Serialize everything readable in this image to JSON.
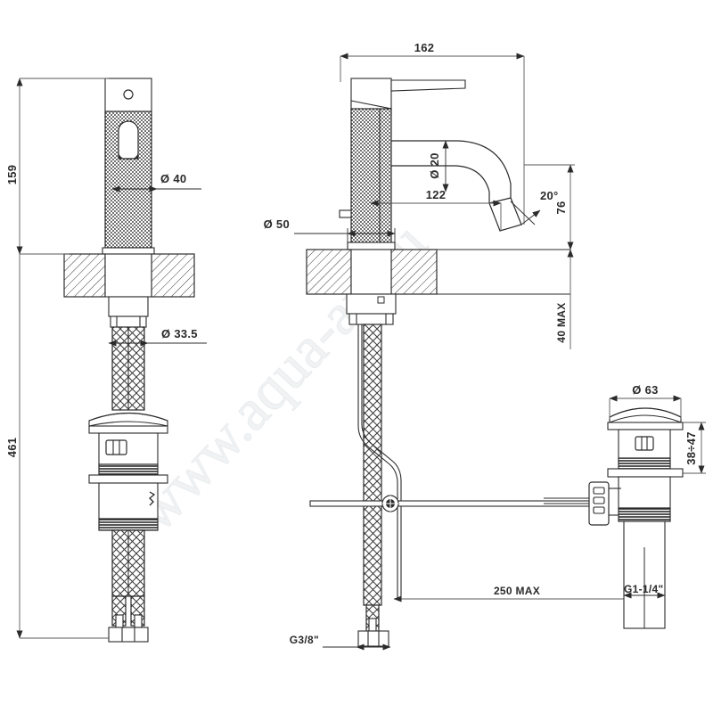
{
  "document": {
    "type": "technical-drawing",
    "subject": "single-lever basin mixer tap with pop-up waste",
    "units": "mm",
    "background_color": "#ffffff",
    "line_color": "#2b2b2b",
    "text_color": "#2b2b2b"
  },
  "watermark": {
    "text": "www.aqua-arr.ru",
    "color": "#eef0f2",
    "rotation_deg": -47
  },
  "views": [
    {
      "id": "left-view",
      "name": "front-elevation-view",
      "description": "Front elevation of mixer body with knurled sleeve, counter section and pop-up waste assembly"
    },
    {
      "id": "center-view",
      "name": "side-elevation-view",
      "description": "Side elevation showing lever handle, curved spout, counter section and flexible hoses with lift rod"
    },
    {
      "id": "right-view",
      "name": "pop-up-waste-detail-view",
      "description": "Detail of click-clack pop-up waste with clevis and threaded tailpiece"
    }
  ],
  "dimensions": {
    "left_view": [
      {
        "id": "d-159",
        "label": "159",
        "orientation": "vertical",
        "view": "left-view",
        "note": "spout / body height above counter"
      },
      {
        "id": "d-461",
        "label": "461",
        "orientation": "vertical",
        "view": "left-view",
        "note": "overall height of assembly"
      },
      {
        "id": "d-dia40",
        "label": "Ø 40",
        "orientation": "leader",
        "view": "left-view",
        "note": "body diameter"
      },
      {
        "id": "d-dia335",
        "label": "Ø 33.5",
        "orientation": "leader",
        "view": "left-view",
        "note": "shank / hose collar diameter"
      }
    ],
    "center_view": [
      {
        "id": "d-162",
        "label": "162",
        "orientation": "horizontal",
        "view": "center-view",
        "note": "overall projection"
      },
      {
        "id": "d-122",
        "label": "122",
        "orientation": "horizontal",
        "view": "center-view",
        "note": "spout reach"
      },
      {
        "id": "d-dia20",
        "label": "Ø 20",
        "orientation": "vertical-leader",
        "view": "center-view",
        "note": "spout tube diameter"
      },
      {
        "id": "d-dia50",
        "label": "Ø 50",
        "orientation": "leader",
        "view": "center-view",
        "note": "base diameter"
      },
      {
        "id": "d-76",
        "label": "76",
        "orientation": "vertical",
        "view": "center-view",
        "note": "spout outlet height above counter"
      },
      {
        "id": "d-40max",
        "label": "40 MAX",
        "orientation": "vertical",
        "view": "center-view",
        "note": "maximum counter thickness"
      },
      {
        "id": "d-20deg",
        "label": "20°",
        "orientation": "angle",
        "view": "center-view",
        "note": "outlet angle"
      },
      {
        "id": "d-g38",
        "label": "G3/8\"",
        "orientation": "leader",
        "view": "center-view",
        "note": "supply hose thread"
      },
      {
        "id": "d-250max",
        "label": "250 MAX",
        "orientation": "horizontal",
        "view": "center-view",
        "note": "maximum distance to waste"
      }
    ],
    "right_view": [
      {
        "id": "d-dia63",
        "label": "Ø 63",
        "orientation": "horizontal",
        "view": "right-view",
        "note": "waste cap diameter"
      },
      {
        "id": "d-3847",
        "label": "38÷47",
        "orientation": "vertical",
        "view": "right-view",
        "note": "adjustable height range"
      },
      {
        "id": "d-g114",
        "label": "G1-1/4\"",
        "orientation": "leader",
        "view": "right-view",
        "note": "tailpiece thread"
      }
    ]
  }
}
